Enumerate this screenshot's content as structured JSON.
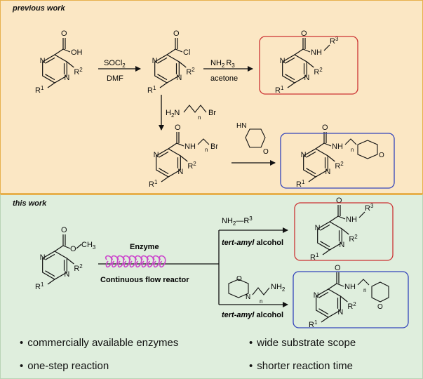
{
  "previous": {
    "title": "previous work",
    "reagent1_top": "SOCl",
    "reagent1_top_sub": "2",
    "reagent1_bottom": "DMF",
    "reagent2_top_a": "NH",
    "reagent2_top_a_sub": "2",
    "reagent2_top_b": "R",
    "reagent2_top_b_sub": "3",
    "reagent2_bottom": "acetone",
    "vertical_reagent_a": "H",
    "vertical_reagent_a_sub": "2",
    "vertical_reagent_b": "N",
    "vertical_reagent_n": "n",
    "vertical_reagent_c": "Br",
    "morpholine_nh": "HN",
    "morpholine_o": "O"
  },
  "current": {
    "title": "this work",
    "enzyme_label": "Enzyme",
    "reactor_label": "Continuous flow reactor",
    "amine1": "NH",
    "amine1_sub": "2",
    "amine1_r": "—R",
    "amine1_r_sup": "3",
    "solvent1_a": "tert-amyl",
    "solvent1_b": " alcohol",
    "amine2_nh2": "NH",
    "amine2_sub": "2",
    "amine2_n": "N",
    "amine2_o": "O",
    "amine2_index": "n",
    "solvent2_a": "tert-amyl",
    "solvent2_b": " alcohol"
  },
  "structures": {
    "N": "N",
    "R": "R",
    "sup1": "1",
    "sup2": "2",
    "sup3": "3",
    "O": "O",
    "OH": "OH",
    "Cl": "Cl",
    "NH": "NH",
    "Br": "Br",
    "n": "n",
    "CH": "CH",
    "sub3": "3"
  },
  "bullets": [
    "commercially available enzymes",
    "wide substrate scope",
    "one-step reaction",
    "shorter reaction time"
  ],
  "bullet_glyph": "•",
  "colors": {
    "top_bg": "#fbe7c4",
    "bottom_bg": "#dfeedd",
    "red_box": "#cc3333",
    "blue_box": "#3344bb",
    "coil": "#cc44cc"
  }
}
